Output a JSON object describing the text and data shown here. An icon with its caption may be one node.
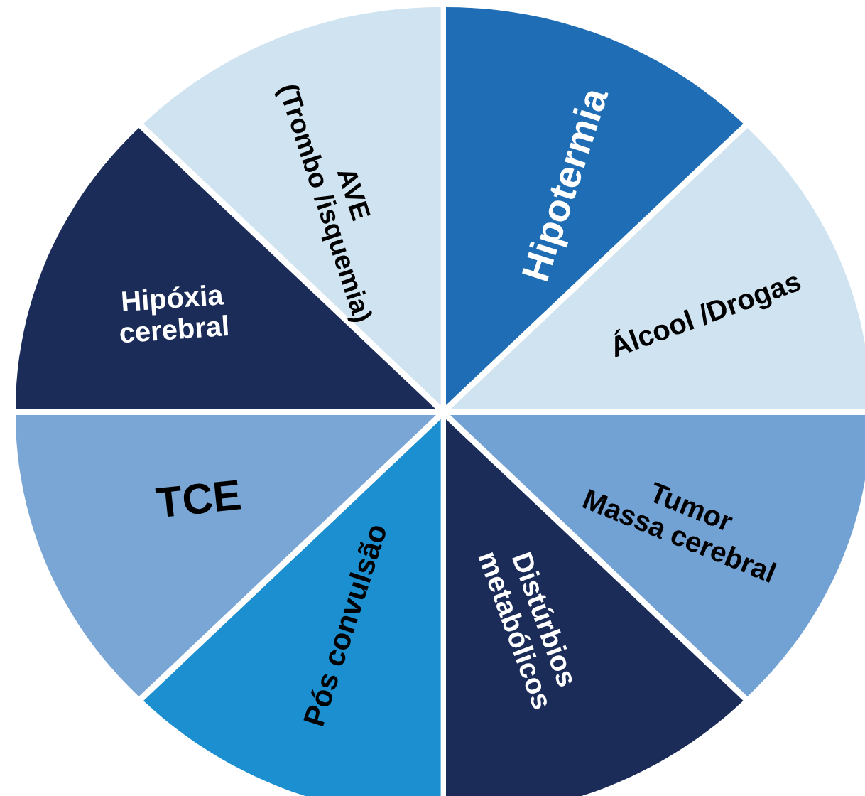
{
  "diagram": {
    "nodes": [
      {
        "text": [
          "Hipotermia"
        ]
      },
      {
        "text": [
          "Álcool /Drogas"
        ]
      },
      {
        "text": [
          "Tumor",
          "Massa cerebral"
        ]
      },
      {
        "text": [
          "Distúrbios metabólicos"
        ]
      },
      {
        "text": [
          "Pós convulsão"
        ]
      },
      {
        "text": [
          "TCE"
        ]
      },
      {
        "text": [
          "Hipóxia cerebral"
        ]
      },
      {
        "text": [
          "AVE",
          "(Trombo /isquemia)"
        ]
      }
    ]
  }
}
